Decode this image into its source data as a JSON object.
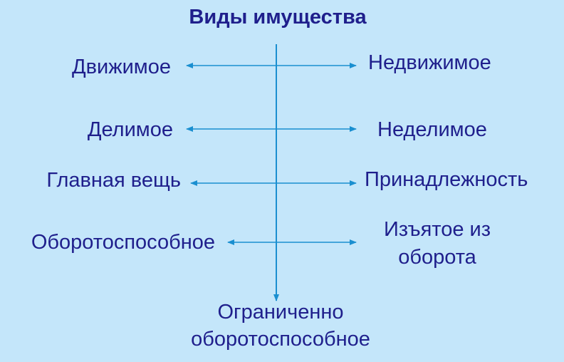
{
  "title": "Виды имущества",
  "colors": {
    "background": "#c4e6fa",
    "text": "#1f1f8c",
    "line": "#1a8fd0"
  },
  "pairs": [
    {
      "left": "Движимое",
      "right": "Недвижимое"
    },
    {
      "left": "Делимое",
      "right": "Неделимое"
    },
    {
      "left": "Главная вещь",
      "right": "Принадлежность"
    },
    {
      "left": "Оборотоспособное",
      "right_line1": "Изъятое из",
      "right_line2": "оборота"
    }
  ],
  "bottom": {
    "line1": "Ограниченно",
    "line2": "оборотоспособное"
  }
}
